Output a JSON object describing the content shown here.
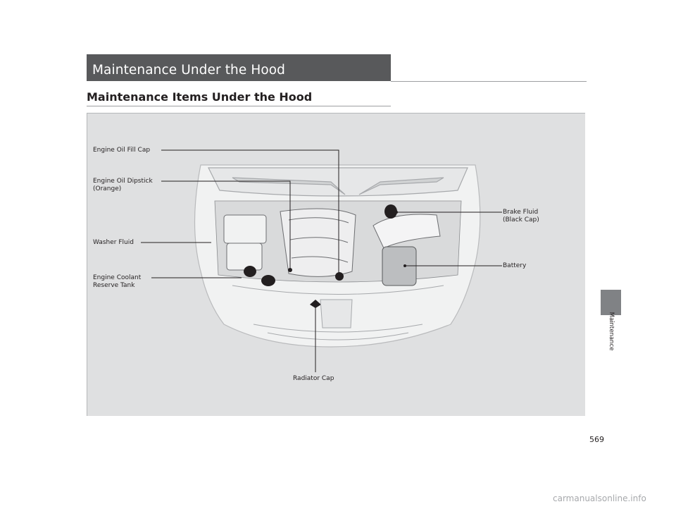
{
  "header": {
    "section_title": "Maintenance Under the Hood",
    "subsection_title": "Maintenance Items Under the Hood"
  },
  "figure": {
    "callouts": {
      "engine_oil_fill_cap": "Engine Oil Fill Cap",
      "engine_oil_dipstick_line1": "Engine Oil Dipstick",
      "engine_oil_dipstick_line2": "(Orange)",
      "washer_fluid": "Washer Fluid",
      "engine_coolant_line1": "Engine Coolant",
      "engine_coolant_line2": "Reserve Tank",
      "brake_fluid_line1": "Brake Fluid",
      "brake_fluid_line2": "(Black Cap)",
      "battery": "Battery",
      "radiator_cap": "Radiator Cap"
    }
  },
  "side_tab": {
    "label": "Maintenance"
  },
  "page": {
    "number": "569"
  },
  "watermark": "carmanualsonline.info"
}
